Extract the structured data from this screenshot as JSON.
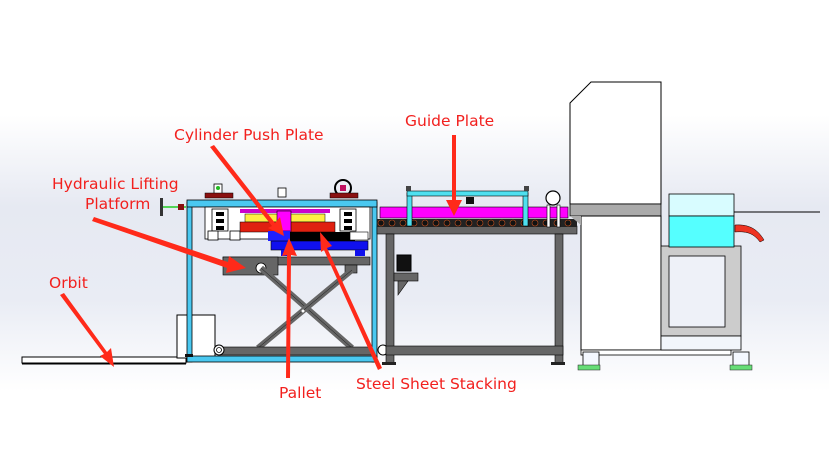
{
  "diagram": {
    "subject": "Steel sheet stacking machine (side view)",
    "labels": {
      "cylinder_push_plate": "Cylinder Push Plate",
      "guide_plate": "Guide Plate",
      "hydraulic_lifting_platform_line1": "Hydraulic Lifting",
      "hydraulic_lifting_platform_line2": "Platform",
      "orbit": "Orbit",
      "pallet": "Pallet",
      "steel_sheet_stacking": "Steel Sheet Stacking"
    },
    "colors": {
      "label": "#f2201e",
      "arrow": "#ff2a1a",
      "frame_blue": "#4ac8f0",
      "frame_gray": "#666666",
      "magenta": "#ff00ff",
      "pallet_blue": "#1010ee",
      "sheet_red": "#e02010",
      "yellow": "#ffee44",
      "cyan_box": "#55ffff",
      "light_cyan": "#d8fcff",
      "foot_green": "#66dd77"
    }
  }
}
